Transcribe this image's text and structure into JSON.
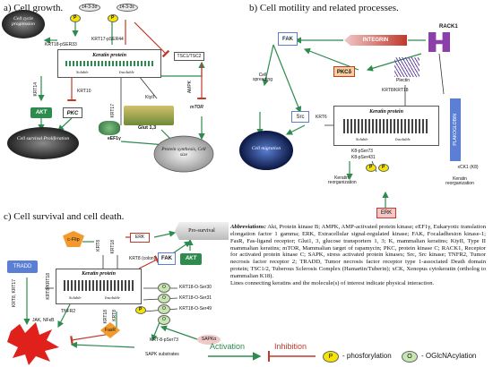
{
  "panels": {
    "a": {
      "title": "a) Cell growth.",
      "keratin_box": {
        "title": "Keratin protein",
        "soluble": "Soluble",
        "insoluble": "Insoluble"
      },
      "phospho_left": "14-3-3σ",
      "phospho_right": "14-3-3ε",
      "krt18_label": "KRT18-pSER33",
      "krt17_label": "KRT17-pSER44",
      "cell_cycle": "Cell cycle progression",
      "tsc": "TSC1/TSC2",
      "ampk": "AMPK",
      "ktyii": "KtyII",
      "glut": "Glut 1,3",
      "mtor": "mTOR",
      "krt14": "KRT14",
      "krt10": "KRT10",
      "krt17b": "KRT17",
      "akt": "AKT",
      "pkc": "PKC",
      "eef1g": "eEF1γ",
      "survival": "Cell survival Proliferation",
      "protein_synth": "Protein synthesis, Cell size"
    },
    "b": {
      "title": "b) Cell motility and related processes.",
      "fak": "FAK",
      "integrin": "INTEGRIN",
      "rack1": "RACK1",
      "pkcd": "PKCδ",
      "plectin": "Plectin",
      "cell_spreading": "Cell spreading",
      "krt8_18": "KRT8/KRT18",
      "krt6": "KRT6",
      "src": "Src",
      "keratin_box": {
        "title": "Keratin protein",
        "soluble": "Soluble",
        "insoluble": "Insoluble"
      },
      "cell_migration": "Cell migration",
      "plakoglobin": "PLAKOGLOBIN",
      "k8_ser73": "K8-pSer73",
      "k8_ser431": "K8-pSer431",
      "keratin_reorg1": "Keratin reorganization",
      "keratin_reorg2": "Keratin reorganization",
      "erk": "ERK",
      "xck": "xCK1 (K8)"
    },
    "c": {
      "title": "c) Cell survival and cell death.",
      "cflip": "c-Flip",
      "erk": "ERK",
      "pro_survival": "Pro-survival",
      "krt8": "KRT8",
      "krt18": "KRT18",
      "krt8_colon": "KRT8 (colon)",
      "fak": "FAK",
      "akt": "AKT",
      "keratin_box": {
        "title": "Keratin protein",
        "soluble": "Soluble",
        "insoluble": "Insoluble"
      },
      "oglc1": "KRT18-O-Ser30",
      "oglc2": "KRT18-O-Ser31",
      "oglc3": "KRT18-O-Ser49",
      "tradd": "TRADD",
      "krt8_17_left": "KRT8, KRT17",
      "krt8_krt18_mid": "KRT8/KRT18",
      "tnfr2": "TNFR2",
      "jak": "JAK, NFκB",
      "krt18b": "KRT18",
      "krt8b": "KRT8",
      "fasr": "FasR",
      "krt8_ser73": "KRT-8-pSer73",
      "sapk": "SAPKα",
      "sapk_sub": "SAPK substrates",
      "o": "O",
      "p": "P"
    }
  },
  "abbreviations": {
    "heading": "Abbreviations:",
    "text": " Akt, Protein kinase B; AMPK, AMP-activated protein kinase; eEF1γ, Eukaryotic translation elongation factor 1 gamma; ERK, Extracellular signal-regulated kinase; FAK, Focaladhesion kinase-1; FasR, Fas-ligand receptor; Glut1, 3, glucose transporters 1, 3; K, mammalian keratins; KtyII, Type II mammalian keratins; mTOR, Mammalian target of rapamycin; PKC, protein kinase C; RACK1, Receptor for activated protein kinase C; SAPK, stress activated protein kinases; Src, Src kinase; TNFR2, Tumor necrosis factor receptor 2; TRADD, Tumor necrosis factor receptor type 1-associated Death domain protein; TSC1/2, Tuberous Sclerosis Complex (Hamartin/Tuberin); xCK, Xenopus cytokeratin (ortholog to mammalian K18).",
    "footnote": "Lines connecting keratins and the molecule(s) of interest indicate physical interaction."
  },
  "legend": {
    "activation": "Activation",
    "inhibition": "Inhibition",
    "p_symbol": "P",
    "p_text": "- phosforylation",
    "o_symbol": "O",
    "o_text": "- OGlcNAcylation"
  },
  "colors": {
    "green": "#2e8b4e",
    "red": "#c0392b",
    "yellow": "#f4e400",
    "oglc": "#c8e6b0"
  }
}
